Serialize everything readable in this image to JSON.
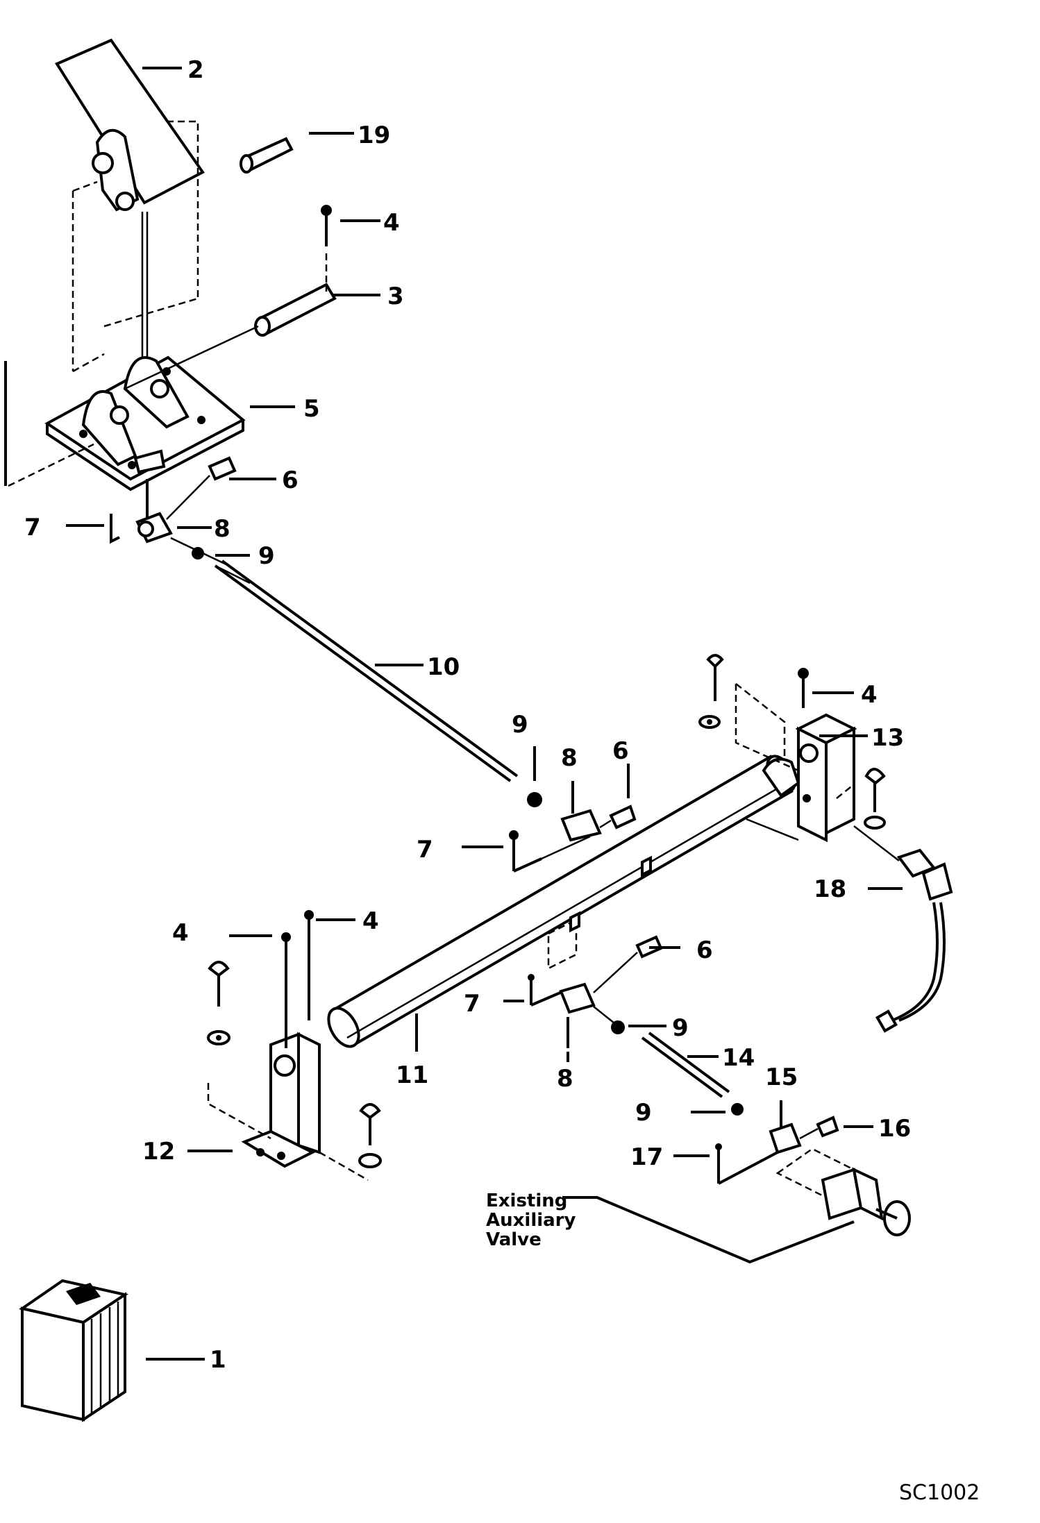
{
  "callouts": {
    "c1": "1",
    "c2": "2",
    "c3": "3",
    "c4a": "4",
    "c4b": "4",
    "c4c": "4",
    "c4d": "4",
    "c5": "5",
    "c6a": "6",
    "c6b": "6",
    "c6c": "6",
    "c7a": "7",
    "c7b": "7",
    "c7c": "7",
    "c8a": "8",
    "c8b": "8",
    "c8c": "8",
    "c9a": "9",
    "c9b": "9",
    "c9c": "9",
    "c9d": "9",
    "c10": "10",
    "c11": "11",
    "c12": "12",
    "c13": "13",
    "c14": "14",
    "c15": "15",
    "c16": "16",
    "c17": "17",
    "c18": "18",
    "c19": "19"
  },
  "note": {
    "line1": "Existing",
    "line2": "Auxiliary",
    "line3": "Valve"
  },
  "figure_code": "SC1002"
}
